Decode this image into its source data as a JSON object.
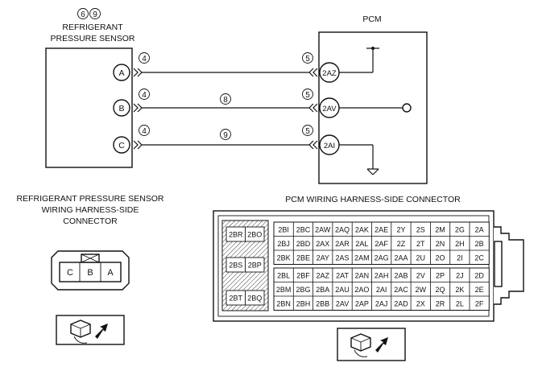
{
  "sensor": {
    "refs": [
      "6",
      "9"
    ],
    "title_line1": "REFRIGERANT",
    "title_line2": "PRESSURE SENSOR",
    "pins": [
      "A",
      "B",
      "C"
    ]
  },
  "pcm": {
    "title": "PCM",
    "pins": [
      "2AZ",
      "2AV",
      "2AI"
    ]
  },
  "wires": [
    {
      "sensor_ref": "4",
      "mid_ref": "",
      "pcm_ref": "5"
    },
    {
      "sensor_ref": "4",
      "mid_ref": "8",
      "pcm_ref": "5"
    },
    {
      "sensor_ref": "4",
      "mid_ref": "9",
      "pcm_ref": "5"
    }
  ],
  "sensor_connector": {
    "title_line1": "REFRIGERANT PRESSURE SENSOR",
    "title_line2": "WIRING HARNESS-SIDE",
    "title_line3": "CONNECTOR",
    "pins": [
      "C",
      "B",
      "A"
    ]
  },
  "pcm_connector": {
    "title": "PCM WIRING HARNESS-SIDE CONNECTOR",
    "left_block": [
      [
        "2BR",
        "2BO"
      ],
      [
        "2BS",
        "2BP"
      ],
      [
        "2BT",
        "2BQ"
      ]
    ],
    "upper_grid": [
      [
        "2BI",
        "2BC",
        "2AW",
        "2AQ",
        "2AK",
        "2AE",
        "2Y",
        "2S",
        "2M",
        "2G",
        "2A"
      ],
      [
        "2BJ",
        "2BD",
        "2AX",
        "2AR",
        "2AL",
        "2AF",
        "2Z",
        "2T",
        "2N",
        "2H",
        "2B"
      ],
      [
        "2BK",
        "2BE",
        "2AY",
        "2AS",
        "2AM",
        "2AG",
        "2AA",
        "2U",
        "2O",
        "2I",
        "2C"
      ]
    ],
    "lower_grid": [
      [
        "2BL",
        "2BF",
        "2AZ",
        "2AT",
        "2AN",
        "2AH",
        "2AB",
        "2V",
        "2P",
        "2J",
        "2D"
      ],
      [
        "2BM",
        "2BG",
        "2BA",
        "2AU",
        "2AO",
        "2AI",
        "2AC",
        "2W",
        "2Q",
        "2K",
        "2E"
      ],
      [
        "2BN",
        "2BH",
        "2BB",
        "2AV",
        "2AP",
        "2AJ",
        "2AD",
        "2X",
        "2R",
        "2L",
        "2F"
      ]
    ]
  }
}
